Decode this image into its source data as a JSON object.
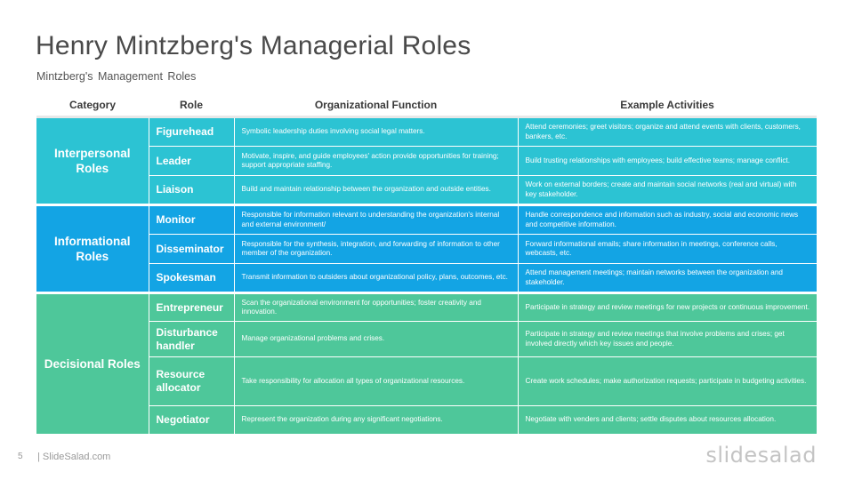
{
  "slide": {
    "title": "Henry Mintzberg's Managerial Roles",
    "subtitle": "Mintzberg's  Management  Roles",
    "page_number": "5",
    "brand": "| SlideSalad.com",
    "logo_text": "slidesalad"
  },
  "table": {
    "headers": [
      "Category",
      "Role",
      "Organizational  Function",
      "Example Activities"
    ],
    "groups": [
      {
        "category": "Interpersonal Roles",
        "color": "#2cc3d3",
        "rows": [
          {
            "role": "Figurehead",
            "function": "Symbolic leadership duties involving social legal matters.",
            "activities": "Attend ceremonies; greet visitors; organize and attend events with clients, customers, bankers, etc."
          },
          {
            "role": "Leader",
            "function": "Motivate, inspire, and guide employees' action provide opportunities for training; support appropriate staffing.",
            "activities": "Build trusting relationships with employees; build effective teams; manage conflict."
          },
          {
            "role": "Liaison",
            "function": "Build and maintain relationship between the organization and outside entities.",
            "activities": "Work on external borders; create and maintain social networks (real and virtual) with key stakeholder."
          }
        ]
      },
      {
        "category": "Informational Roles",
        "color": "#13a4e4",
        "rows": [
          {
            "role": "Monitor",
            "function": "Responsible for information relevant to understanding the organization's internal and external environment/",
            "activities": "Handle correspondence and information such as industry, social and economic news and competitive information."
          },
          {
            "role": "Disseminator",
            "function": "Responsible for the synthesis, integration, and forwarding of information to other member of the organization.",
            "activities": "Forward informational emails; share information in meetings, conference calls, webcasts, etc."
          },
          {
            "role": "Spokesman",
            "function": "Transmit information to outsiders about organizational policy, plans, outcomes, etc.",
            "activities": "Attend management meetings; maintain networks between the organization and stakeholder."
          }
        ]
      },
      {
        "category": "Decisional Roles",
        "color": "#4ec79a",
        "rows": [
          {
            "role": "Entrepreneur",
            "function": "Scan the organizational environment for opportunities; foster creativity and innovation.",
            "activities": "Participate in strategy and review meetings for new projects or continuous improvement."
          },
          {
            "role": "Disturbance handler",
            "function": "Manage organizational problems and crises.",
            "activities": "Participate in strategy and review meetings that involve problems and crises; get involved directly which key issues and people."
          },
          {
            "role": "Resource allocator",
            "function": "Take responsibility for allocation all types of organizational resources.",
            "activities": "Create work schedules; make authorization requests; participate in budgeting activities."
          },
          {
            "role": "Negotiator",
            "function": "Represent the organization during any significant negotiations.",
            "activities": "Negotiate with venders and clients; settle disputes about resources allocation."
          }
        ]
      }
    ]
  }
}
